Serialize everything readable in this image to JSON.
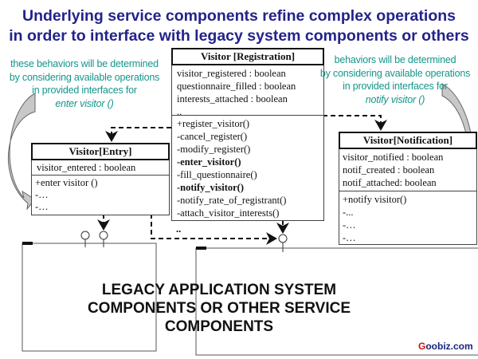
{
  "title": {
    "line1": "Underlying service components refine complex operations",
    "line2": "in order to interface with legacy system components or others"
  },
  "left_note": {
    "lines": [
      "these behaviors will be determined",
      "by considering available operations",
      "in provided interfaces for"
    ],
    "operation": "enter visitor ()"
  },
  "right_note": {
    "lines": [
      "behaviors will be determined",
      "by considering available operations",
      "in provided interfaces for"
    ],
    "operation": "notify visitor ()"
  },
  "registration": {
    "name": "Visitor [Registration]",
    "attributes": [
      "visitor_registered : boolean",
      "questionnaire_filled : boolean",
      "interests_attached : boolean",
      ".."
    ],
    "operations": [
      "+register_visitor()",
      "-cancel_register()",
      "-modify_register()",
      "-enter_visitor()",
      "-fill_questionnaire()",
      "-notify_visitor()",
      "-notify_rate_of_registrant()",
      "-attach_visitor_interests()",
      ".."
    ]
  },
  "entry": {
    "name": "Visitor[Entry]",
    "attributes": [
      "visitor_entered : boolean"
    ],
    "operations": [
      "+enter visitor ()",
      "-…",
      "-…"
    ]
  },
  "notification": {
    "name": "Visitor[Notification]",
    "attributes": [
      "visitor_notified : boolean",
      "notif_created : boolean",
      "notif_attached: boolean"
    ],
    "operations": [
      "+notify visitor()",
      "-...",
      "-…",
      "-…"
    ]
  },
  "legacy": {
    "lines": [
      "LEGACY APPLICATION SYSTEM",
      "COMPONENTS OR OTHER SERVICE",
      "COMPONENTS"
    ]
  },
  "brand": {
    "first": "G",
    "rest": "oobiz.com"
  }
}
